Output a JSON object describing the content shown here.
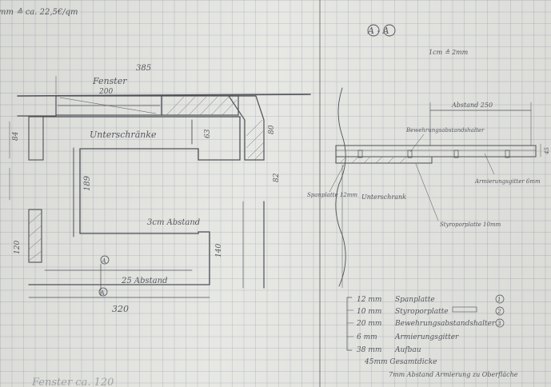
{
  "sketch": {
    "scale_note_top": "mm ≙ ca. 22,5€/qm",
    "width_385": "385",
    "fenster": "Fenster",
    "fenster_200": "200",
    "unterschraenke": "Unterschränke",
    "dim_63": "63",
    "dim_80": "80",
    "dim_84": "84",
    "dim_189": "189",
    "dim_82": "82",
    "dim_140": "140",
    "dim_120": "120",
    "abstand_3cm": "3cm Abstand",
    "abstand_25": "25 Abstand",
    "width_320": "320",
    "section_A_top": "A",
    "section_A_bottom": "A",
    "bottom_note": "Fenster ca. 120"
  },
  "section": {
    "title": "A - A",
    "scale": "1cm ≙ 2mm",
    "abstand_250": "Abstand 250",
    "bewehrung_label": "Bewehrungsabstandshalter",
    "armierung_label": "Armierungsgitter 6mm",
    "spanplatte_label": "Spanplatte 12mm",
    "unterschrank_label": "Unterschrank",
    "styropor_label": "Styroporplatte 10mm",
    "height_45": "45"
  },
  "legend": {
    "rows": [
      {
        "value": "12 mm",
        "label": "Spanplatte",
        "marker": "1"
      },
      {
        "value": "10 mm",
        "label": "Styroporplatte",
        "marker": "2"
      },
      {
        "value": "20 mm",
        "label": "Bewehrungsabstandshalter",
        "marker": "3"
      },
      {
        "value": "6 mm",
        "label": "Armierungsgitter",
        "marker": ""
      },
      {
        "value": "38 mm",
        "label": "Aufbau",
        "marker": ""
      }
    ],
    "total": "45mm Gesamtdicke",
    "note": "7mm Abstand Armierung zu Oberfläche"
  },
  "colors": {
    "pencil": "#4e5156",
    "paper": "#e6e6e2"
  }
}
